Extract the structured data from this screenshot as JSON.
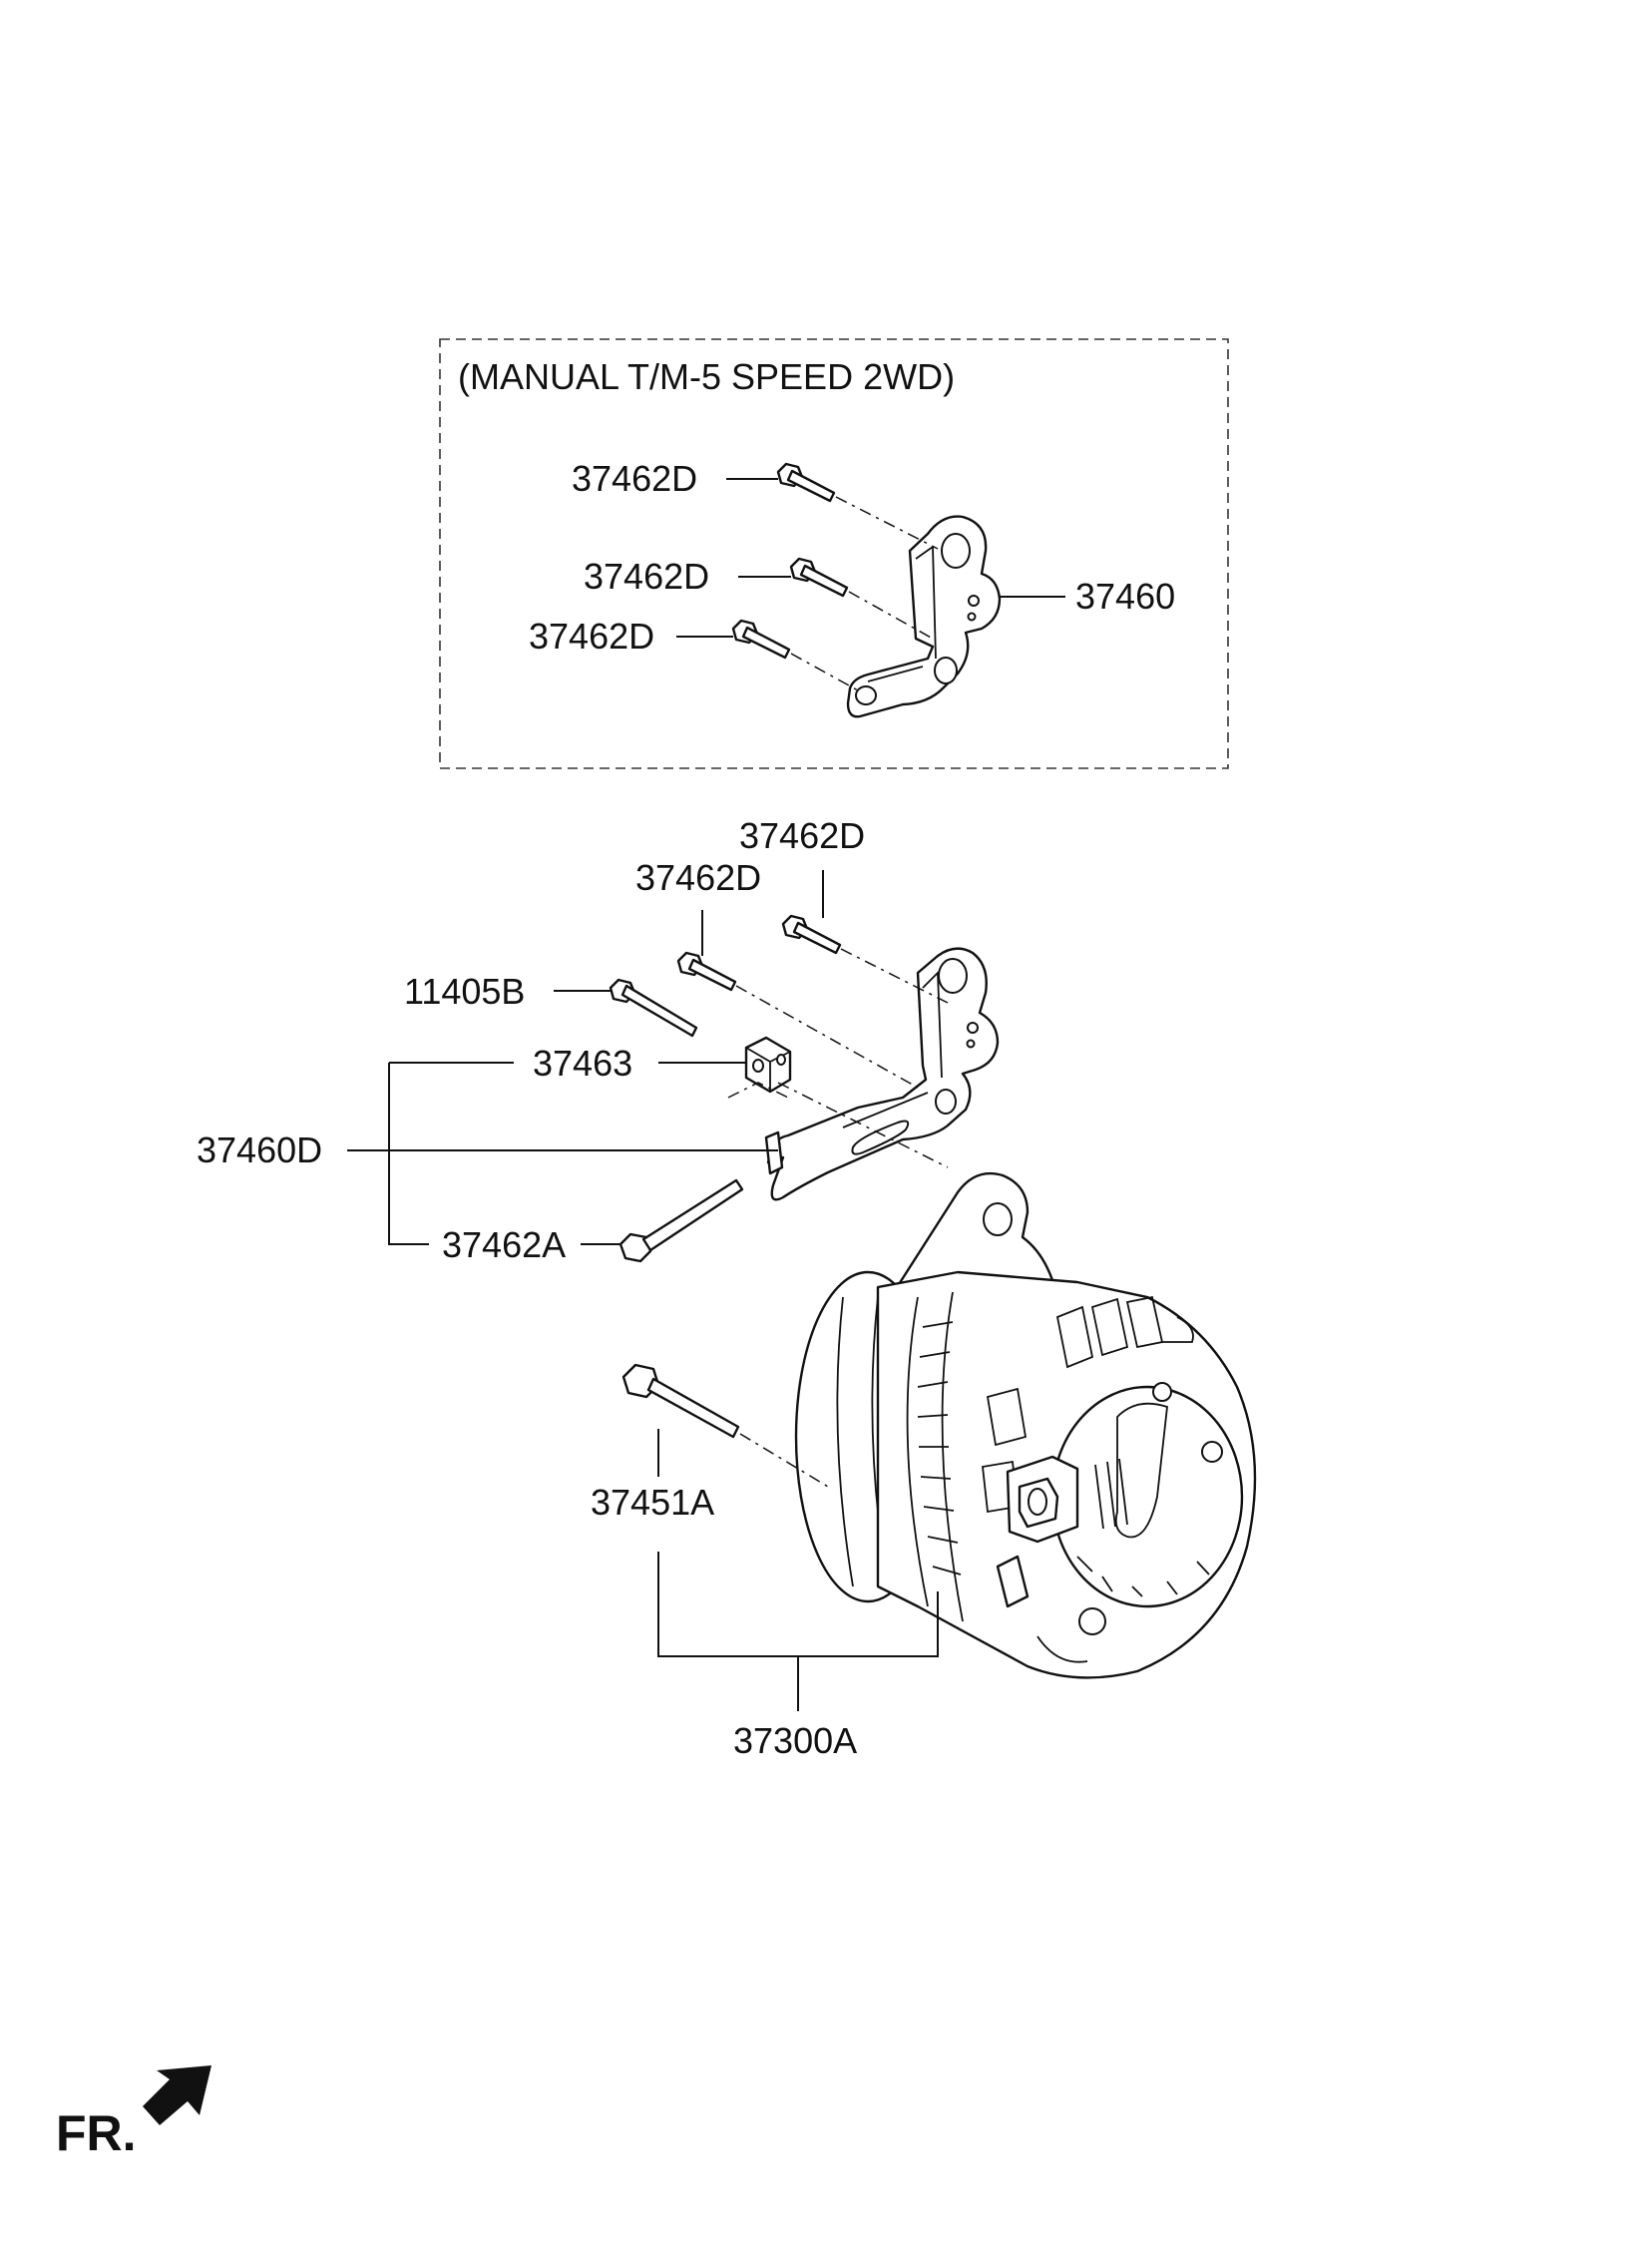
{
  "variant_box": {
    "title": "(MANUAL T/M-5 SPEED 2WD)"
  },
  "labels": {
    "box_bolt_1": "37462D",
    "box_bolt_2": "37462D",
    "box_bolt_3": "37462D",
    "box_bracket": "37460",
    "bolt_upper_1": "37462D",
    "bolt_upper_2": "37462D",
    "bolt_long": "11405B",
    "bushing": "37463",
    "bracket_assy": "37460D",
    "bolt_pivot": "37462A",
    "bolt_alternator": "37451A",
    "alternator_assy": "37300A"
  },
  "orientation": {
    "text": "FR.",
    "icon": "front-arrow-icon"
  }
}
